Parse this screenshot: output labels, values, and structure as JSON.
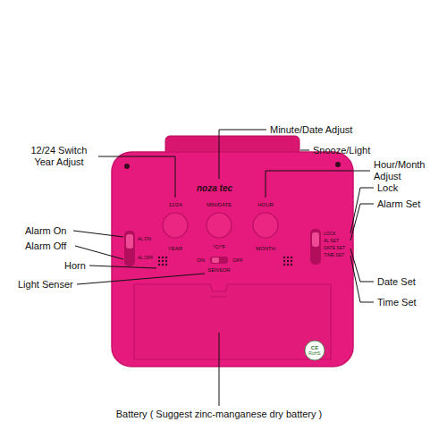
{
  "diagram": {
    "labels": [
      "12/24 Switch Year Adjust",
      "Minute/Date Adjust",
      "Snooze/Light",
      "Hour/Month Adjust",
      "Lock",
      "Alarm Set",
      "Alarm On",
      "Alarm Off",
      "Horn",
      "Light Senser",
      "Date Set",
      "Time Set",
      "Battery ( Suggest zinc-manganese dry battery )",
      "noza tec",
      "12/24",
      "MIN/DATE",
      "HOUR",
      "YEAR",
      "°C/°F",
      "MONTH",
      "ON",
      "OFF",
      "SENSOR",
      "AL ON",
      "AL OFF",
      "LOCK",
      "AL SET",
      "DATE SET",
      "TIME SET",
      "CE",
      "RoHS"
    ]
  }
}
